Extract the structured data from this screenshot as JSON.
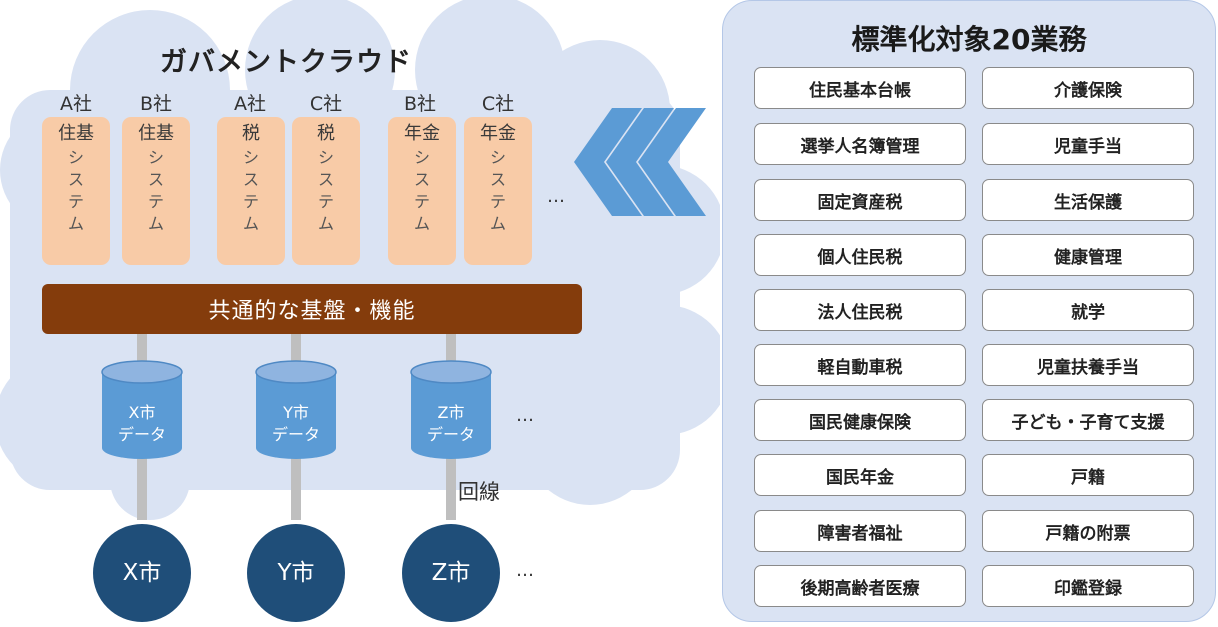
{
  "cloud": {
    "title": "ガバメントクラウド",
    "systems": [
      {
        "company": "A社",
        "name": "住基",
        "suffix": "システム"
      },
      {
        "company": "B社",
        "name": "住基",
        "suffix": "システム"
      },
      {
        "company": "A社",
        "name": "税",
        "suffix": "システム"
      },
      {
        "company": "C社",
        "name": "税",
        "suffix": "システム"
      },
      {
        "company": "B社",
        "name": "年金",
        "suffix": "システム"
      },
      {
        "company": "C社",
        "name": "年金",
        "suffix": "システム"
      }
    ],
    "ellipsis": "…",
    "platform": "共通的な基盤・機能",
    "databases": [
      {
        "city": "X市",
        "label": "データ"
      },
      {
        "city": "Y市",
        "label": "データ"
      },
      {
        "city": "Z市",
        "label": "データ"
      }
    ],
    "line_label": "回線",
    "cities": [
      "X市",
      "Y市",
      "Z市"
    ]
  },
  "panel": {
    "title": "標準化対象20業務",
    "tasks": [
      [
        "住民基本台帳",
        "介護保険"
      ],
      [
        "選挙人名簿管理",
        "児童手当"
      ],
      [
        "固定資産税",
        "生活保護"
      ],
      [
        "個人住民税",
        "健康管理"
      ],
      [
        "法人住民税",
        "就学"
      ],
      [
        "軽自動車税",
        "児童扶養手当"
      ],
      [
        "国民健康保険",
        "子ども・子育て支援"
      ],
      [
        "国民年金",
        "戸籍"
      ],
      [
        "障害者福祉",
        "戸籍の附票"
      ],
      [
        "後期高齢者医療",
        "印鑑登録"
      ]
    ]
  },
  "colors": {
    "cloud": "#dae3f3",
    "system_box": "#f8cba7",
    "platform": "#843c0c",
    "database": "#5b9bd5",
    "city": "#1f4e79",
    "arrow": "#5b9bd5",
    "connector": "#bfbfbf"
  }
}
